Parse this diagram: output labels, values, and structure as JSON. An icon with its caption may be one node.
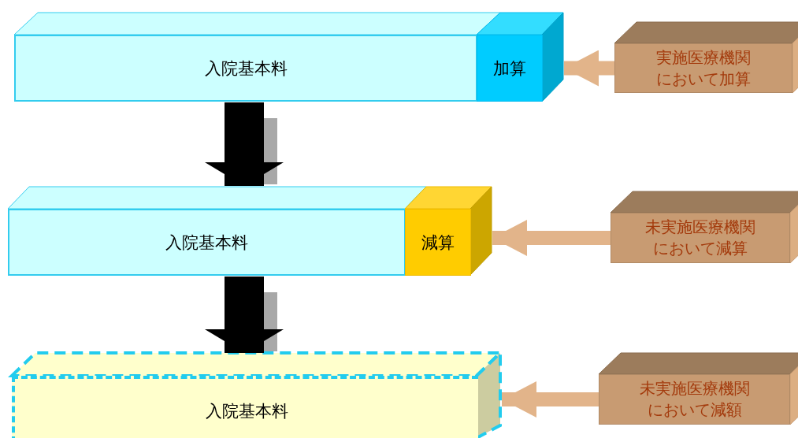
{
  "diagram": {
    "nodes": [
      {
        "text": [
          "入院基本料"
        ]
      },
      {
        "text": [
          "加算"
        ]
      },
      {
        "text": [
          "実施医療機関において加算"
        ]
      },
      {
        "text": [
          "入院基本料"
        ]
      },
      {
        "text": [
          "減算"
        ]
      },
      {
        "text": [
          "未実施医療機関において減算"
        ]
      },
      {
        "text": [
          "入院基本料"
        ]
      },
      {
        "text": [
          "未実施医療機関において減額"
        ]
      }
    ],
    "edges": [
      {
        "from": 2,
        "to": 1,
        "arrow": "to"
      },
      {
        "from": 0,
        "to": 3,
        "arrow": "to",
        "style": "thick",
        "color": "#000000"
      },
      {
        "from": 5,
        "to": 4,
        "arrow": "to"
      },
      {
        "from": 3,
        "to": 6,
        "arrow": "to",
        "style": "thick",
        "color": "#000000"
      },
      {
        "from": 7,
        "to": 6,
        "arrow": "to"
      }
    ]
  }
}
